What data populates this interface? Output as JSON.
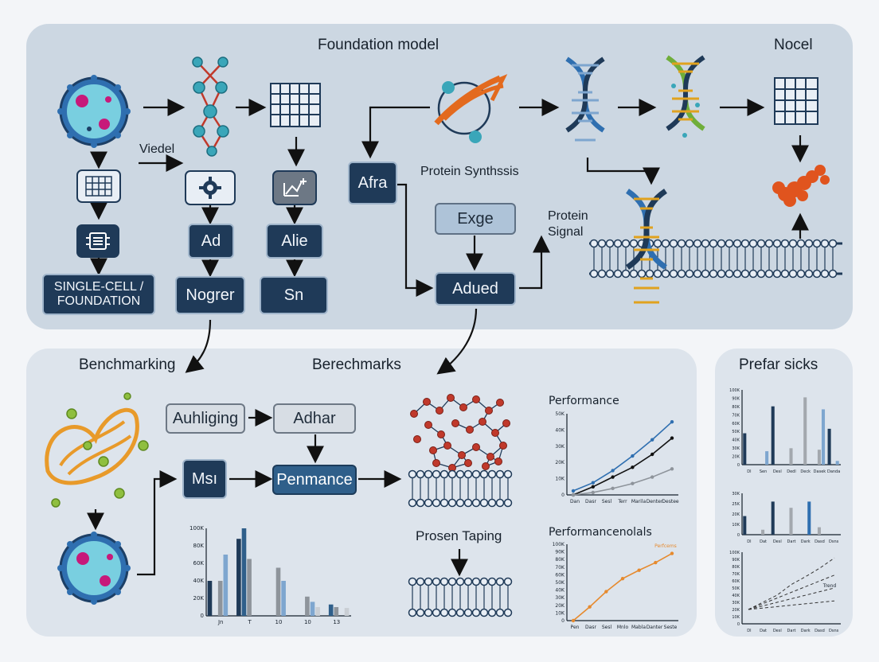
{
  "titles": {
    "foundation_model": "Foundation model",
    "nocel": "Nocel",
    "benchmarking": "Benchmarking",
    "berechmarks": "Berechmarks",
    "prefar_sicks": "Prefar sicks"
  },
  "labels": {
    "viedel": "Viedel",
    "protein_synthesis": "Protein Synthssis",
    "protein_signal_1": "Protein",
    "protein_signal_2": "Signal",
    "prosen_taping": "Prosen Taping"
  },
  "boxes": {
    "single_cell_1": "SINGLE-CELL /",
    "single_cell_2": "FOUNDATION",
    "ad": "Ad",
    "alie": "Alie",
    "nogrer": "Nogrer",
    "sn": "Sn",
    "afra": "Afra",
    "exge": "Exge",
    "adued": "Adued",
    "auhliging": "Auhliging",
    "adhar": "Adhar",
    "msi": "Msı",
    "penmance": "Penmance"
  },
  "colors": {
    "navy": "#1f3a58",
    "steel_blue": "#2f5f8a",
    "light_blue": "#7ea6cf",
    "gray": "#8e949b",
    "orange": "#e68a2e",
    "red_node": "#c0392b",
    "teal_node": "#3aa6b9",
    "green": "#8fbf3f"
  },
  "chart_data": [
    {
      "type": "bar",
      "categories": [
        "Jn",
        "T",
        "10",
        "10",
        "13"
      ],
      "series": [
        {
          "values": [
            40,
            88,
            0,
            0,
            0
          ]
        },
        {
          "values": [
            0,
            100,
            0,
            0,
            13
          ]
        },
        {
          "values": [
            40,
            65,
            55,
            22,
            10
          ]
        },
        {
          "values": [
            70,
            0,
            40,
            16,
            0
          ]
        },
        {
          "values": [
            0,
            0,
            0,
            10,
            9
          ]
        }
      ],
      "yticks": [
        "0",
        "20K",
        "40K",
        "60K",
        "80K",
        "100K"
      ],
      "ylim": [
        0,
        100
      ]
    },
    {
      "type": "line",
      "title": "Performance",
      "x": [
        "Dan",
        "Dasr",
        "Sesl",
        "Terr",
        "Marila",
        "Denter",
        "Destee"
      ],
      "series": [
        {
          "values": [
            5,
            15,
            30,
            48,
            68,
            90
          ]
        },
        {
          "values": [
            0,
            10,
            22,
            34,
            50,
            70
          ]
        },
        {
          "values": [
            0,
            3,
            8,
            14,
            22,
            32
          ]
        }
      ],
      "yticks": [
        "0",
        "10K",
        "20K",
        "30K",
        "40K",
        "50K"
      ],
      "ylim": [
        0,
        100
      ]
    },
    {
      "type": "line",
      "title": "Performancenolals",
      "x": [
        "Pen",
        "Dasr",
        "Sesl",
        "Mnlo",
        "Mabla",
        "Danter",
        "Seste"
      ],
      "series": [
        {
          "name": "Perfcems",
          "values": [
            0,
            18,
            38,
            55,
            66,
            76,
            88
          ]
        }
      ],
      "yticks": [
        "0",
        "10K",
        "20K",
        "30K",
        "40K",
        "50K",
        "60K",
        "70K",
        "80K",
        "90K",
        "100K"
      ],
      "ylim": [
        0,
        100
      ]
    },
    {
      "type": "bar",
      "categories": [
        "Dl",
        "Sen",
        "Desl",
        "Dedl",
        "Deck",
        "Dasek",
        "Danda"
      ],
      "series": [
        {
          "values": [
            42,
            0,
            78,
            0,
            0,
            0,
            48
          ]
        },
        {
          "values": [
            0,
            0,
            0,
            22,
            90,
            20,
            0
          ]
        },
        {
          "values": [
            0,
            18,
            0,
            0,
            0,
            74,
            5
          ]
        }
      ],
      "yticks": [
        "0",
        "20K",
        "30K",
        "40K",
        "50K",
        "60K",
        "70K",
        "80K",
        "90K",
        "100K"
      ],
      "ylim": [
        0,
        100
      ]
    },
    {
      "type": "bar",
      "categories": [
        "Dl",
        "Dat",
        "Desl",
        "Dart",
        "Dark",
        "Dasd",
        "Dsns"
      ],
      "series": [
        {
          "values": [
            45,
            0,
            80,
            0,
            0,
            0,
            0
          ]
        },
        {
          "values": [
            0,
            12,
            0,
            65,
            0,
            18,
            0
          ]
        },
        {
          "values": [
            0,
            0,
            0,
            0,
            80,
            0,
            0
          ]
        }
      ],
      "yticks": [
        "0",
        "10K",
        "20K",
        "25K",
        "30K"
      ],
      "ylim": [
        0,
        100
      ]
    },
    {
      "type": "line",
      "x": [
        "Dl",
        "Dat",
        "Desl",
        "Dart",
        "Dark",
        "Dasd",
        "Dsns"
      ],
      "series": [
        {
          "name": "Trend",
          "values": [
            20,
            30,
            40,
            55,
            66,
            78,
            92
          ]
        },
        {
          "values": [
            20,
            28,
            36,
            44,
            52,
            60,
            68
          ]
        },
        {
          "values": [
            20,
            25,
            30,
            35,
            40,
            45,
            50
          ]
        },
        {
          "values": [
            20,
            22,
            24,
            26,
            28,
            30,
            32
          ]
        }
      ],
      "yticks": [
        "0",
        "10K",
        "20K",
        "30K",
        "40K",
        "50K",
        "60K",
        "70K",
        "80K",
        "90K",
        "100K"
      ],
      "ylim": [
        0,
        100
      ]
    }
  ]
}
